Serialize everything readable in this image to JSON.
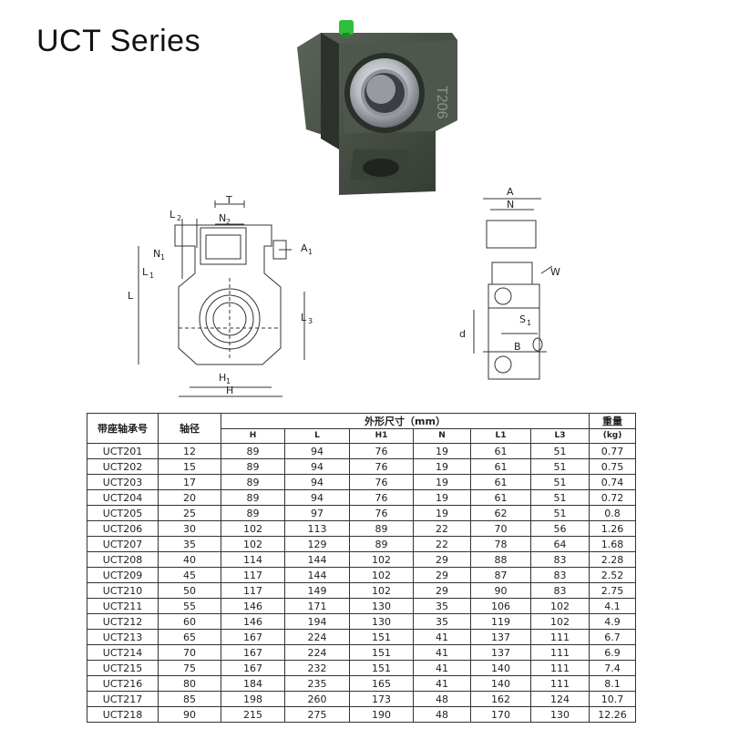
{
  "title": "UCT Series",
  "product_marking": "T206",
  "drawing_labels": {
    "front": {
      "T": "T",
      "N2": "N",
      "N2_sub": "2",
      "L2": "L",
      "L2_sub": "2",
      "N1": "N",
      "N1_sub": "1",
      "L1": "L",
      "L1_sub": "1",
      "L": "L",
      "A1": "A",
      "A1_sub": "1",
      "L3": "L",
      "L3_sub": "3",
      "H1": "H",
      "H1_sub": "1",
      "H": "H"
    },
    "side": {
      "A": "A",
      "N": "N",
      "W": "W",
      "S1": "S",
      "S1_sub": "1",
      "d": "d",
      "B": "B"
    }
  },
  "table": {
    "headers": {
      "model": "带座轴承号",
      "bore": "轴径",
      "dimensions": "外形尺寸（mm）",
      "weight": "重量",
      "weight_unit": "(kg)",
      "sub": [
        "H",
        "L",
        "H1",
        "N",
        "L1",
        "L3"
      ]
    },
    "rows": [
      [
        "UCT201",
        "12",
        "89",
        "94",
        "76",
        "19",
        "61",
        "51",
        "0.77"
      ],
      [
        "UCT202",
        "15",
        "89",
        "94",
        "76",
        "19",
        "61",
        "51",
        "0.75"
      ],
      [
        "UCT203",
        "17",
        "89",
        "94",
        "76",
        "19",
        "61",
        "51",
        "0.74"
      ],
      [
        "UCT204",
        "20",
        "89",
        "94",
        "76",
        "19",
        "61",
        "51",
        "0.72"
      ],
      [
        "UCT205",
        "25",
        "89",
        "97",
        "76",
        "19",
        "62",
        "51",
        "0.8"
      ],
      [
        "UCT206",
        "30",
        "102",
        "113",
        "89",
        "22",
        "70",
        "56",
        "1.26"
      ],
      [
        "UCT207",
        "35",
        "102",
        "129",
        "89",
        "22",
        "78",
        "64",
        "1.68"
      ],
      [
        "UCT208",
        "40",
        "114",
        "144",
        "102",
        "29",
        "88",
        "83",
        "2.28"
      ],
      [
        "UCT209",
        "45",
        "117",
        "144",
        "102",
        "29",
        "87",
        "83",
        "2.52"
      ],
      [
        "UCT210",
        "50",
        "117",
        "149",
        "102",
        "29",
        "90",
        "83",
        "2.75"
      ],
      [
        "UCT211",
        "55",
        "146",
        "171",
        "130",
        "35",
        "106",
        "102",
        "4.1"
      ],
      [
        "UCT212",
        "60",
        "146",
        "194",
        "130",
        "35",
        "119",
        "102",
        "4.9"
      ],
      [
        "UCT213",
        "65",
        "167",
        "224",
        "151",
        "41",
        "137",
        "111",
        "6.7"
      ],
      [
        "UCT214",
        "70",
        "167",
        "224",
        "151",
        "41",
        "137",
        "111",
        "6.9"
      ],
      [
        "UCT215",
        "75",
        "167",
        "232",
        "151",
        "41",
        "140",
        "111",
        "7.4"
      ],
      [
        "UCT216",
        "80",
        "184",
        "235",
        "165",
        "41",
        "140",
        "111",
        "8.1"
      ],
      [
        "UCT217",
        "85",
        "198",
        "260",
        "173",
        "48",
        "162",
        "124",
        "10.7"
      ],
      [
        "UCT218",
        "90",
        "215",
        "275",
        "190",
        "48",
        "170",
        "130",
        "12.26"
      ]
    ]
  },
  "colors": {
    "housing": "#4a5248",
    "housing_dark": "#363d35",
    "grease_fitting": "#2fbf3a",
    "bearing_steel": "#c9ccd0"
  }
}
